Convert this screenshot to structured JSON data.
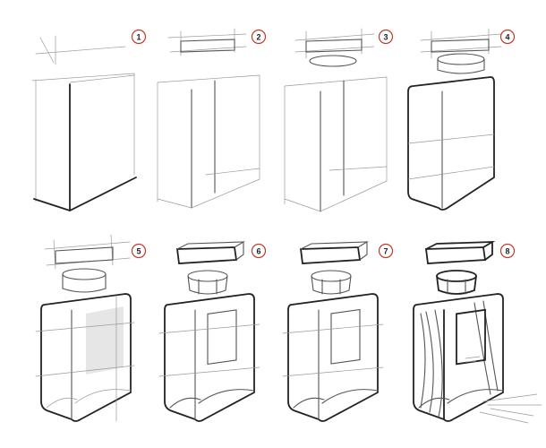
{
  "steps": [
    {
      "number": "1"
    },
    {
      "number": "2"
    },
    {
      "number": "3"
    },
    {
      "number": "4"
    },
    {
      "number": "5"
    },
    {
      "number": "6"
    },
    {
      "number": "7"
    },
    {
      "number": "8"
    }
  ],
  "colors": {
    "badge_ring": "#c0392b",
    "badge_fill": "#ffffff",
    "badge_text": "#222222",
    "construction_line": "#9a9a9a",
    "contour_line": "#222222",
    "glass_shade": "#d9d9d9",
    "label_shade": "#bdbdbd"
  }
}
